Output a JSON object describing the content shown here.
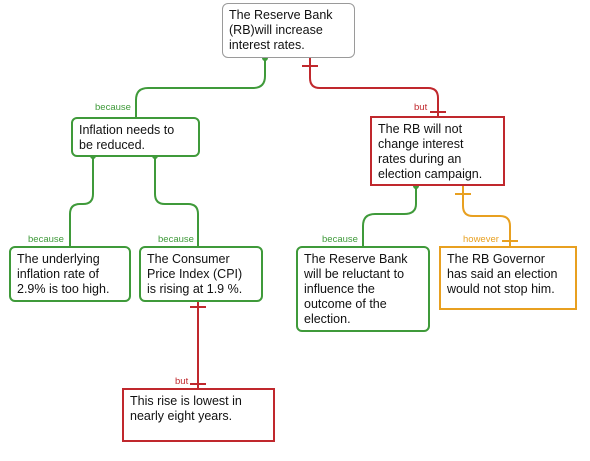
{
  "colors": {
    "support": "#3f9a3a",
    "objection": "#c0282d",
    "rebuttal": "#e8a020",
    "root_border": "#9a9a9a"
  },
  "nodes": {
    "root": "The Reserve Bank\n(RB)will increase\ninterest rates.",
    "inflation": "Inflation needs to\nbe reduced.",
    "rb_not_change": "The RB will not\nchange interest\nrates during an\nelection campaign.",
    "underlying": "The underlying\ninflation rate of\n2.9% is too high.",
    "cpi": "The Consumer\nPrice Index (CPI)\nis rising at 1.9 %.",
    "reluctant": "The Reserve Bank\nwill be reluctant to\ninfluence the\noutcome of the\nelection.",
    "governor": "The RB Governor\nhas said an election\nwould not stop him.",
    "lowest": "This rise is lowest in\nnearly eight years."
  },
  "connectors": {
    "because_inflation": "because",
    "but_rb": "but",
    "because_underlying": "because",
    "because_cpi": "because",
    "because_reluctant": "because",
    "however_governor": "however",
    "but_lowest": "but"
  }
}
